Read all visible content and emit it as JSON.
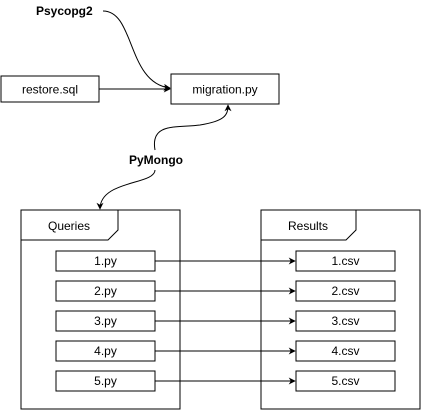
{
  "diagram": {
    "labels": {
      "psycopg2": "Psycopg2",
      "pymongo": "PyMongo"
    },
    "nodes": {
      "restore": "restore.sql",
      "migration": "migration.py"
    },
    "frames": {
      "queries": "Queries",
      "results": "Results"
    },
    "query_files": [
      "1.py",
      "2.py",
      "3.py",
      "4.py",
      "5.py"
    ],
    "result_files": [
      "1.csv",
      "2.csv",
      "3.csv",
      "4.csv",
      "5.csv"
    ],
    "colors": {
      "stroke": "#000000",
      "fill": "#ffffff"
    }
  }
}
